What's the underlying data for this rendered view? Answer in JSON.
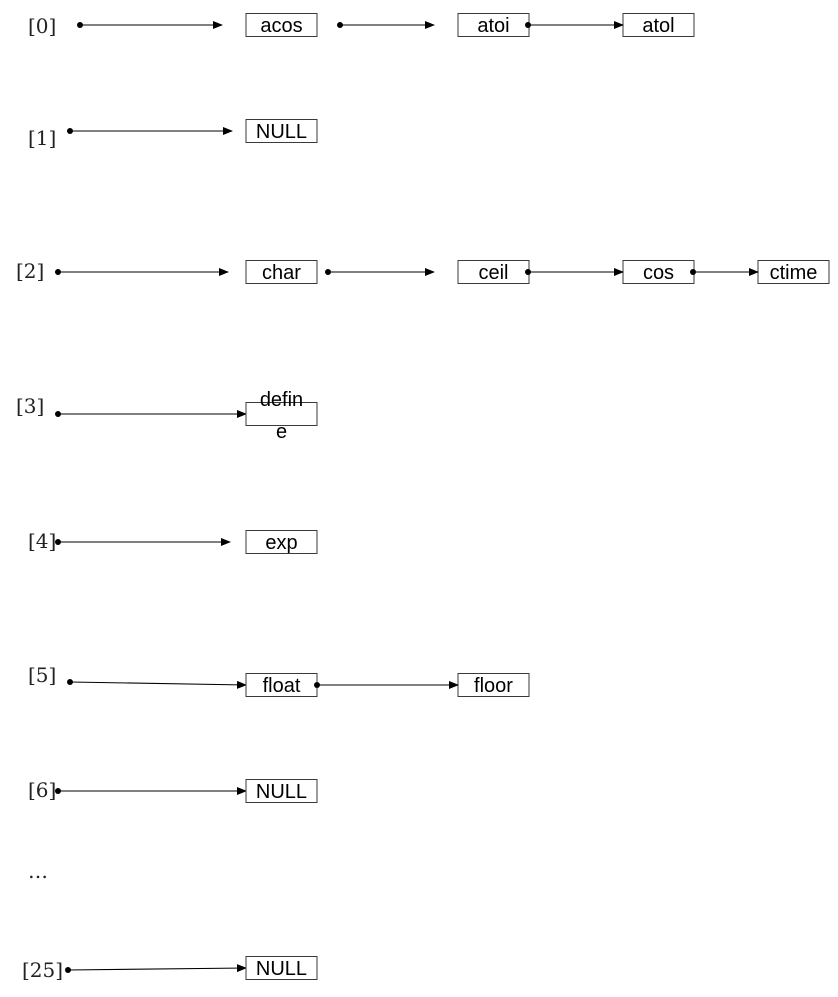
{
  "diagram": {
    "ellipsis": "…",
    "rows": [
      {
        "index": "[0]",
        "nodes": [
          "acos",
          "atoi",
          "atol"
        ]
      },
      {
        "index": "[1]",
        "nodes": [
          "NULL"
        ]
      },
      {
        "index": "[2]",
        "nodes": [
          "char",
          "ceil",
          "cos",
          "ctime"
        ]
      },
      {
        "index": "[3]",
        "nodes": [
          "define"
        ]
      },
      {
        "index": "[4]",
        "nodes": [
          "exp"
        ]
      },
      {
        "index": "[5]",
        "nodes": [
          "float",
          "floor"
        ]
      },
      {
        "index": "[6]",
        "nodes": [
          "NULL"
        ]
      },
      {
        "index": "[25]",
        "nodes": [
          "NULL"
        ]
      }
    ]
  },
  "colors": {
    "line": "#000000",
    "box_stroke": "#3a3a3a",
    "background": "#ffffff"
  }
}
